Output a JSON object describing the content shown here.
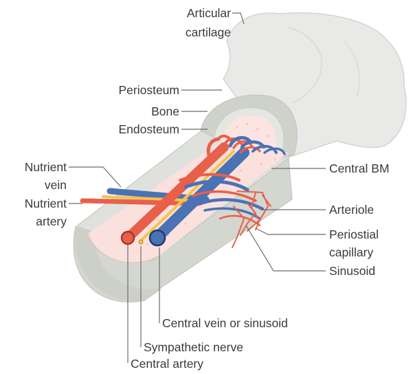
{
  "labels": {
    "articular_cartilage_1": "Articular",
    "articular_cartilage_2": "cartilage",
    "periosteum": "Periosteum",
    "bone": "Bone",
    "endosteum": "Endosteum",
    "nutrient_vein_1": "Nutrient",
    "nutrient_vein_2": "vein",
    "nutrient_artery_1": "Nutrient",
    "nutrient_artery_2": "artery",
    "central_bm": "Central BM",
    "arteriole": "Arteriole",
    "periostial_capillary_1": "Periostial",
    "periostial_capillary_2": "capillary",
    "sinusoid": "Sinusoid",
    "central_vein": "Central vein or sinusoid",
    "sympathetic_nerve": "Sympathetic nerve",
    "central_artery": "Central artery"
  },
  "colors": {
    "artery": "#e8604a",
    "vein": "#4a72b5",
    "nerve": "#f3c34f",
    "cartilage": "#e9e9e7",
    "bone_shell": "#d8dbd5",
    "marrow": "#fbe4e2"
  }
}
